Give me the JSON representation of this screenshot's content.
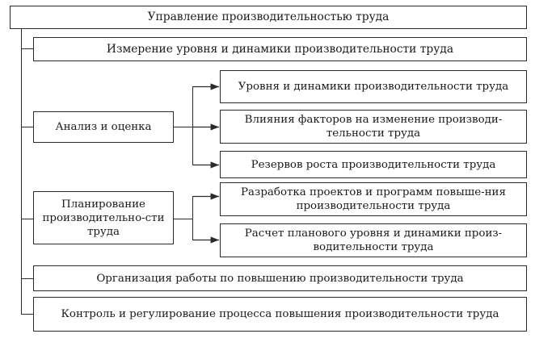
{
  "diagram": {
    "root": "Управление производительностью труда",
    "measurement": "Измерение уровня и динамики производительности труда",
    "analysis": {
      "label": "Анализ и оценка",
      "children": [
        "Уровня и динамики производительности труда",
        "Влияния факторов на изменение производи-тельности труда",
        "Резервов роста производительности труда"
      ]
    },
    "planning": {
      "label": "Планирование производительно-сти труда",
      "children": [
        "Разработка проектов и программ повыше-ния производительности труда",
        "Расчет планового уровня и динамики произ-водительности труда"
      ]
    },
    "organization": "Организация работы по повышению производительности труда",
    "control": "Контроль и регулирование процесса повышения производительности труда"
  }
}
